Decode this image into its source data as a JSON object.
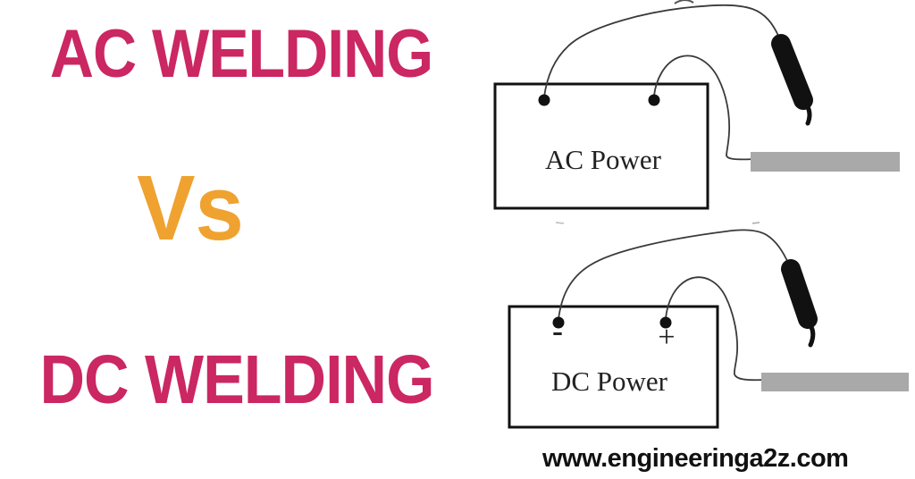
{
  "left_panel": {
    "title_top": "AC WELDING",
    "versus": "Vs",
    "title_bottom": "DC WELDING",
    "title_color": "#cb2762",
    "versus_color": "#efa230"
  },
  "diagrams": {
    "ac": {
      "box_label": "AC Power"
    },
    "dc": {
      "box_label": "DC Power",
      "negative_terminal_label": "-",
      "positive_terminal_label": "+"
    }
  },
  "footer": {
    "website_text": "www.engineeringa2z.com"
  },
  "colors": {
    "title_pink": "#cb2762",
    "versus_orange": "#efa230",
    "wire": "#3a3a3a",
    "box_outline": "#111111",
    "electrode_holder": "#111111",
    "workpiece_gray": "#a9a9a9",
    "footer_text": "#111111"
  }
}
